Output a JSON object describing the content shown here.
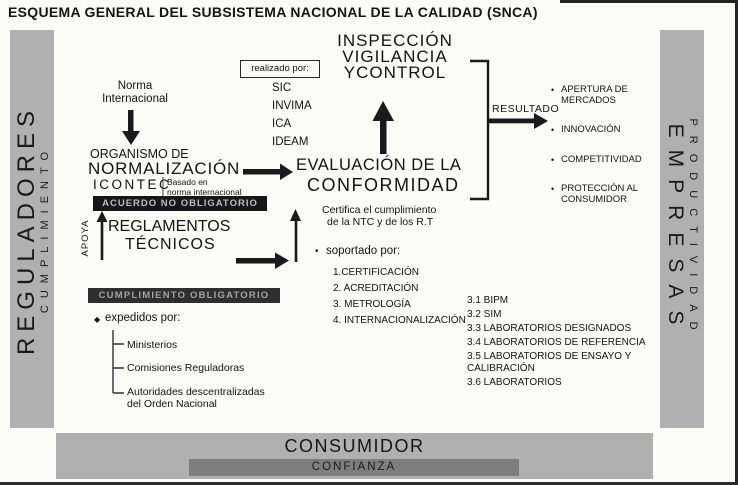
{
  "title": "ESQUEMA GENERAL DEL SUBSISTEMA NACIONAL DE LA CALIDAD (SNCA)",
  "colors": {
    "bar_gray": "#b0b0b0",
    "dark_box": "#171717",
    "dark_box_text": "#bdbdbd",
    "confianza_strip": "#7e7e7e"
  },
  "icons": {
    "diamond_bullet": "◆",
    "dot_bullet": "•"
  },
  "bars": {
    "left_primary": "REGULADORES",
    "left_secondary": "CUMPLIMIENTO",
    "right_primary": "EMPRESAS",
    "right_secondary": "PRODUCTIVIDAD",
    "bottom_primary": "CONSUMIDOR",
    "bottom_secondary": "CONFIANZA"
  },
  "norma": "Norma\nInternacional",
  "organismo": {
    "line1": "ORGANISMO DE",
    "line2": "NORMALIZACIÓN",
    "line3": "ICONTEC",
    "note": "Basado en\nnorma internacional",
    "tag": "ACUERDO NO OBLIGATORIO"
  },
  "apoya": "APOYA",
  "reglamentos": {
    "line1": "REGLAMENTOS",
    "line2": "TÉCNICOS",
    "tag": "CUMPLIMIENTO OBLIGATORIO",
    "expedidos_label": "expedidos por:",
    "expedidos_items": [
      "Ministerios",
      "Comisiones Reguladoras",
      "Autoridades descentralizadas\ndel Orden Nacional"
    ]
  },
  "inspeccion": {
    "line1": "INSPECCIÓN",
    "line2": "VIGILANCIA",
    "line3": "YCONTROL",
    "realizado_label": "realizado por:",
    "realizado_items": [
      "SIC",
      "INVIMA",
      "ICA",
      "IDEAM"
    ]
  },
  "evaluacion": {
    "line1": "EVALUACIÓN DE LA",
    "line2": "CONFORMIDAD",
    "certifica": [
      "Certifica el cumplimiento",
      "de la NTC y de los R.T"
    ],
    "soportado_label": "soportado por:",
    "soportado_items": [
      "1.CERTIFICACIÓN",
      "2. ACREDITACIÓN",
      "3. METROLOGÍA",
      "4. INTERNACIONALIZACIÓN"
    ],
    "metrologia_items": [
      "3.1 BIPM",
      "3.2 SIM",
      "3.3 LABORATORIOS DESIGNADOS",
      "3.4 LABORATORIOS DE REFERENCIA",
      "3.5 LABORATORIOS DE ENSAYO Y\nCALIBRACIÓN",
      "3.6 LABORATORIOS"
    ]
  },
  "resultado": {
    "label": "RESULTADO",
    "items": [
      "APERTURA DE\nMERCADOS",
      "INNOVACIÓN",
      "COMPETITIVIDAD",
      "PROTECCIÓN AL\nCONSUMIDOR"
    ]
  }
}
